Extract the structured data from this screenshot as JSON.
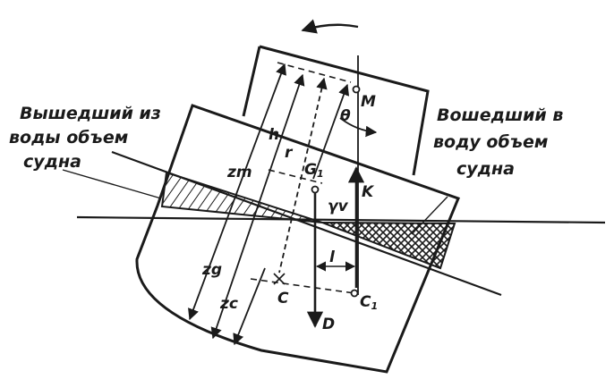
{
  "labels": {
    "left_caption_line1": "Вышедший из",
    "left_caption_line2": "воды объем",
    "left_caption_line3": "судна",
    "right_caption_line1": "Вошедший в",
    "right_caption_line2": "воду объем",
    "right_caption_line3": "судна",
    "M": "M",
    "theta": "θ",
    "h": "h",
    "r": "r",
    "zm": "zm",
    "G": "G",
    "G_sub": "1",
    "gamma_v": "γv",
    "K": "K",
    "zg": "zg",
    "zc": "zc",
    "C": "C",
    "l": "l",
    "C1": "C",
    "C1_sub": "1",
    "D": "D"
  }
}
